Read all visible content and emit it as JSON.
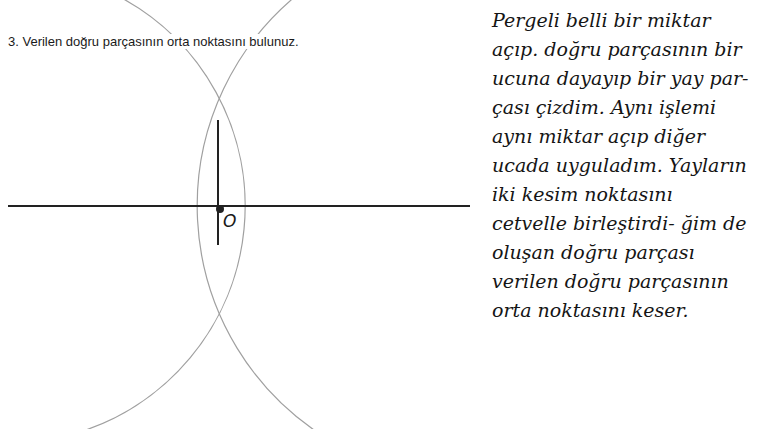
{
  "diagram": {
    "labels": [
      "3. Verilen doğru parçasının orta noktasını bulunuz.",
      "O",
      "Pergeli belli bir miktar açıp. doğru parçasının bir ucuna dayayıp bir yay par- çası çizdim. Aynı işlemi aynı miktar açıp diğer ucada uyguladım. Yayların iki kesim noktasını cetvelle birleştirdi- ğim de oluşan doğru parçası verilen doğru parçasının orta noktasını keser."
    ]
  }
}
